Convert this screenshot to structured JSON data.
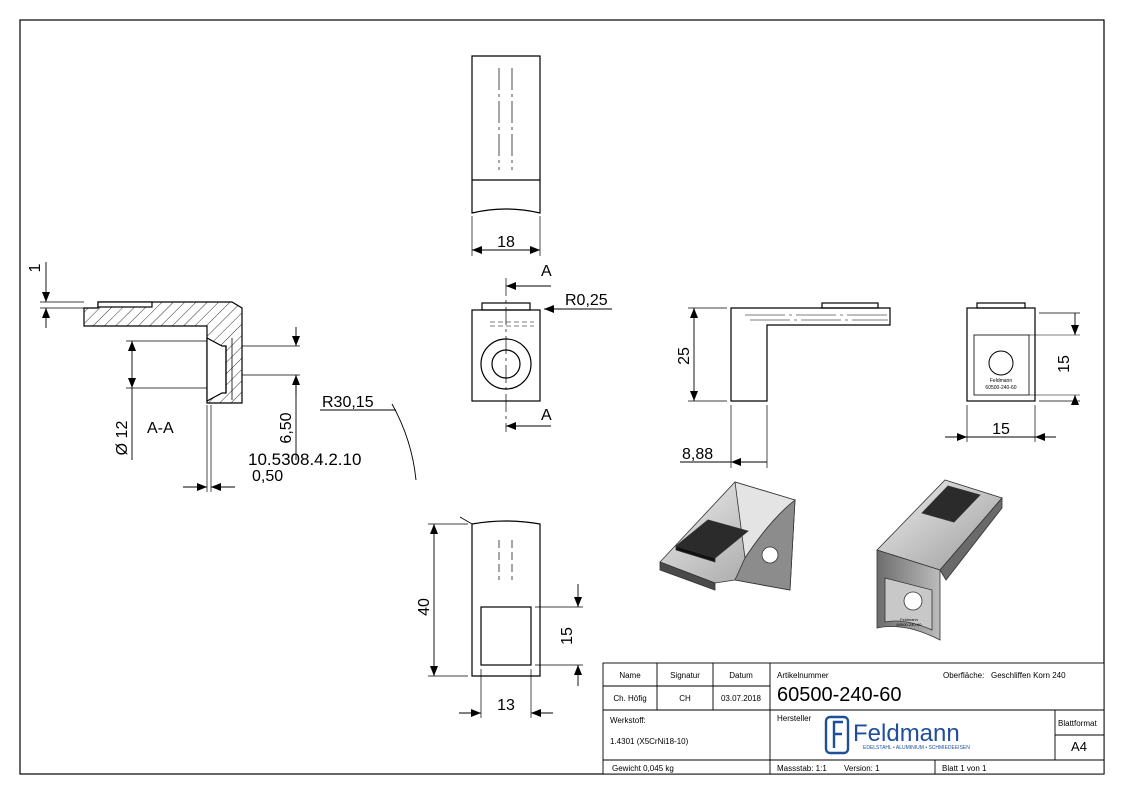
{
  "dimensions": {
    "top_width": "18",
    "section_mark_top": "A",
    "section_mark_bottom": "A",
    "radius_small": "R0,25",
    "section_height": "25",
    "side_offset": "8,88",
    "end_height": "15",
    "end_width": "15",
    "thickness": "1",
    "bore_diameter": "Ø 12",
    "section_label": "A-A",
    "depth": "6,50",
    "overlay_text": "10.5308.4.2.10",
    "clearance": "0,50",
    "radius_large": "R30,15",
    "bottom_height": "40",
    "pad_height": "15",
    "bottom_width": "13"
  },
  "title_block": {
    "name_header": "Name",
    "signature_header": "Signatur",
    "date_header": "Datum",
    "name": "Ch. Höfig",
    "signature": "CH",
    "date": "03.07.2018",
    "article_label": "Artikelnummer",
    "article_number": "60500-240-60",
    "surface_label": "Oberfläche:",
    "surface_value": "Geschliffen Korn 240",
    "material_label": "Werkstoff:",
    "material_value": "1.4301 (X5CrNi18-10)",
    "manufacturer_label": "Hersteller",
    "brand": "Feldmann",
    "brand_tagline": "EDELSTAHL • ALUMINIUM • SCHMIEDEEISEN",
    "format_label": "Blattformat",
    "format_value": "A4",
    "weight": "Gewicht 0,045 kg",
    "scale": "Massstab: 1:1",
    "version": "Version: 1",
    "sheet": "Blatt 1 von 1"
  },
  "part_engraving": {
    "line1": "Feldmann",
    "line2": "60500-240-60"
  },
  "colors": {
    "line": "#000000",
    "brand": "#1f4e9a",
    "metal_light": "#d9d9d9",
    "metal_mid": "#a8a8a8",
    "metal_dark": "#555555",
    "pad": "#2b2b2b"
  }
}
